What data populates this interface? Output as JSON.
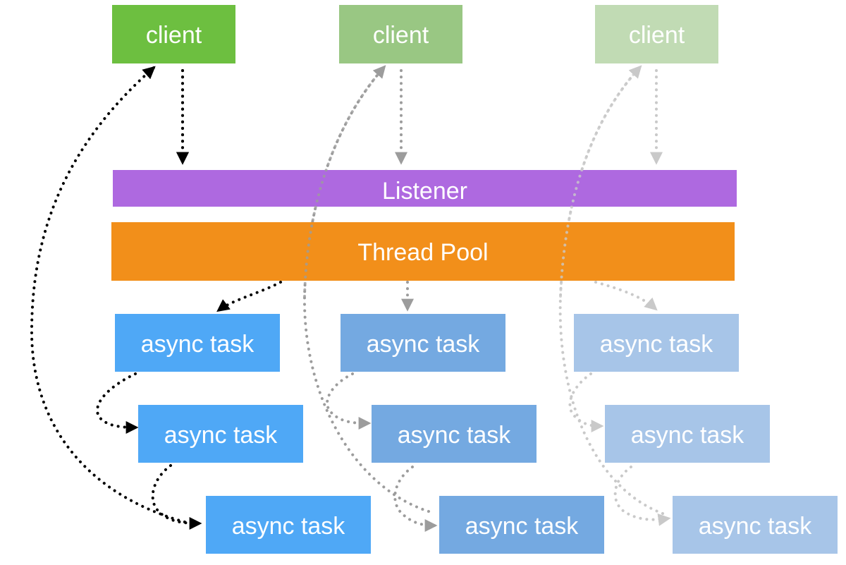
{
  "clients": [
    {
      "label": "client",
      "color": "#6dbf40"
    },
    {
      "label": "client",
      "color": "#99c783"
    },
    {
      "label": "client",
      "color": "#c1dbb4"
    }
  ],
  "listener": {
    "label": "Listener",
    "color": "#ae69e0"
  },
  "thread_pool": {
    "label": "Thread Pool",
    "color": "#f28f1a"
  },
  "columns": [
    {
      "tasks": [
        "async task",
        "async task",
        "async task"
      ],
      "color": "#4fa8f6",
      "arrow_color": "#000000"
    },
    {
      "tasks": [
        "async task",
        "async task",
        "async task"
      ],
      "color": "#74a9e1",
      "arrow_color": "#9c9c9c"
    },
    {
      "tasks": [
        "async task",
        "async task",
        "async task"
      ],
      "color": "#a7c5e8",
      "arrow_color": "#c9c9c9"
    }
  ]
}
